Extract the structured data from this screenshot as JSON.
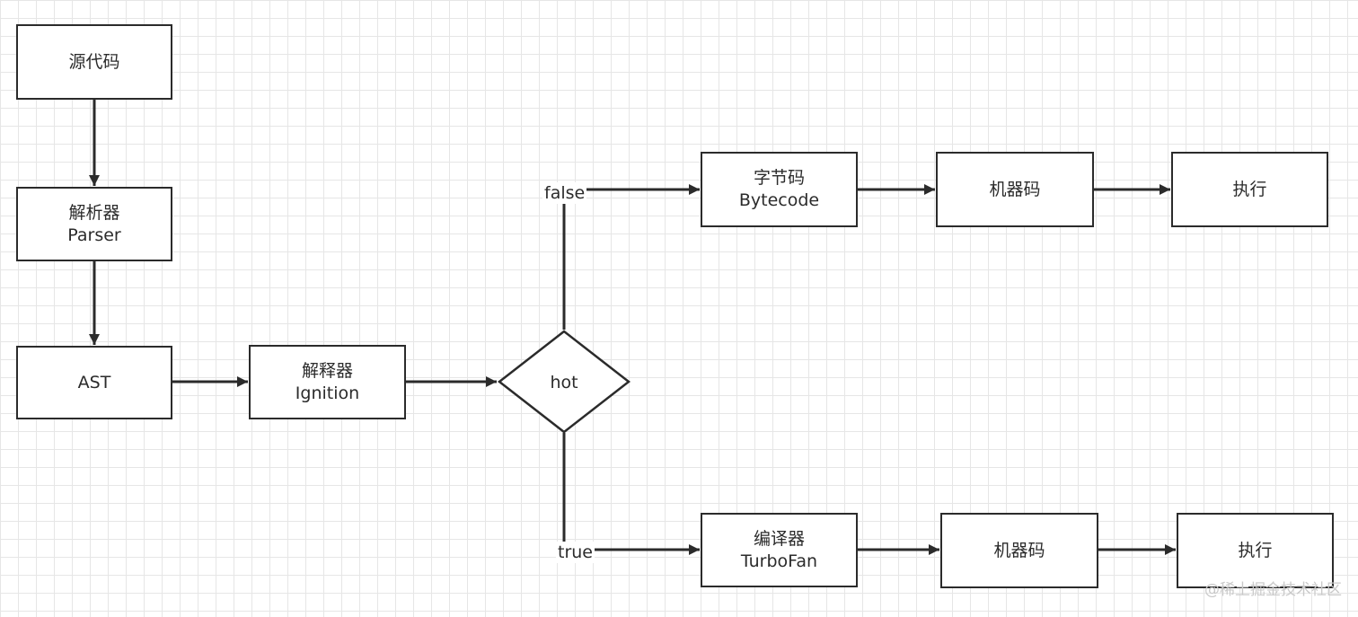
{
  "nodes": {
    "source": {
      "line1": "源代码"
    },
    "parser": {
      "line1": "解析器",
      "line2": "Parser"
    },
    "ast": {
      "line1": "AST"
    },
    "interpreter": {
      "line1": "解释器",
      "line2": "Ignition"
    },
    "hot": {
      "line1": "hot"
    },
    "bytecode": {
      "line1": "字节码",
      "line2": "Bytecode"
    },
    "machine_top": {
      "line1": "机器码"
    },
    "exec_top": {
      "line1": "执行"
    },
    "compiler": {
      "line1": "编译器",
      "line2": "TurboFan"
    },
    "machine_bottom": {
      "line1": "机器码"
    },
    "exec_bottom": {
      "line1": "执行"
    }
  },
  "edge_labels": {
    "false": "false",
    "true": "true"
  },
  "watermark": "@稀土掘金技术社区",
  "colors": {
    "stroke": "#2b2b2b",
    "grid": "#e6e6e6",
    "watermark": "#c9c9c9"
  }
}
